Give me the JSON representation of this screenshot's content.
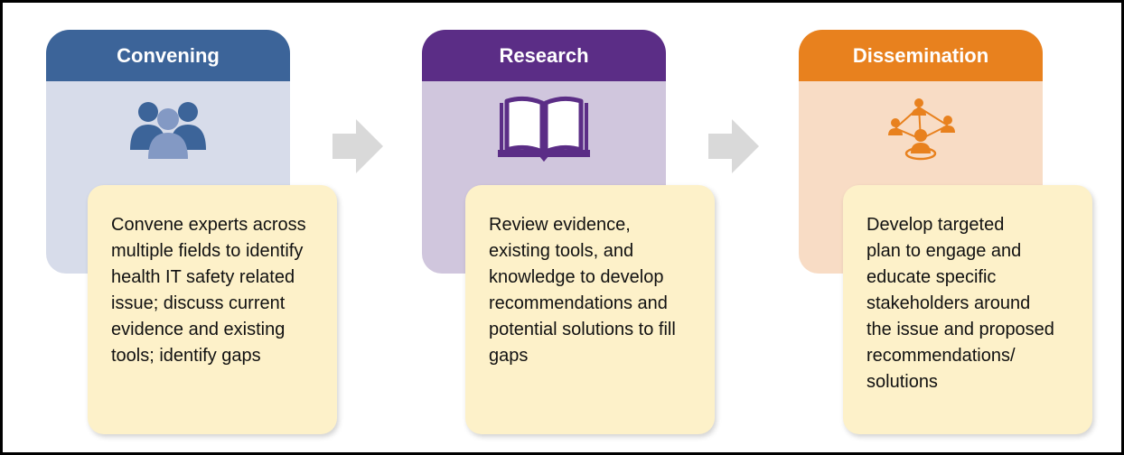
{
  "stages": [
    {
      "title": "Convening",
      "icon": "people-group-icon",
      "description": "Convene experts across\nmultiple fields to identify\nhealth IT safety related\nissue; discuss current\nevidence and existing\ntools; identify gaps",
      "header_color": "#3c6499",
      "body_color": "#d7dcea"
    },
    {
      "title": "Research",
      "icon": "open-book-icon",
      "description": "Review evidence,\nexisting tools, and\nknowledge to develop\nrecommendations and\npotential solutions to fill\ngaps",
      "header_color": "#5b2d86",
      "body_color": "#d0c6dd"
    },
    {
      "title": "Dissemination",
      "icon": "network-people-icon",
      "description": "Develop targeted\nplan to engage and\neducate specific\nstakeholders around\nthe issue and proposed\nrecommendations/\nsolutions",
      "header_color": "#e8811e",
      "body_color": "#f8dcc5"
    }
  ],
  "colors": {
    "arrow": "#d9d9d9",
    "description_bg": "#fdf1c9"
  }
}
